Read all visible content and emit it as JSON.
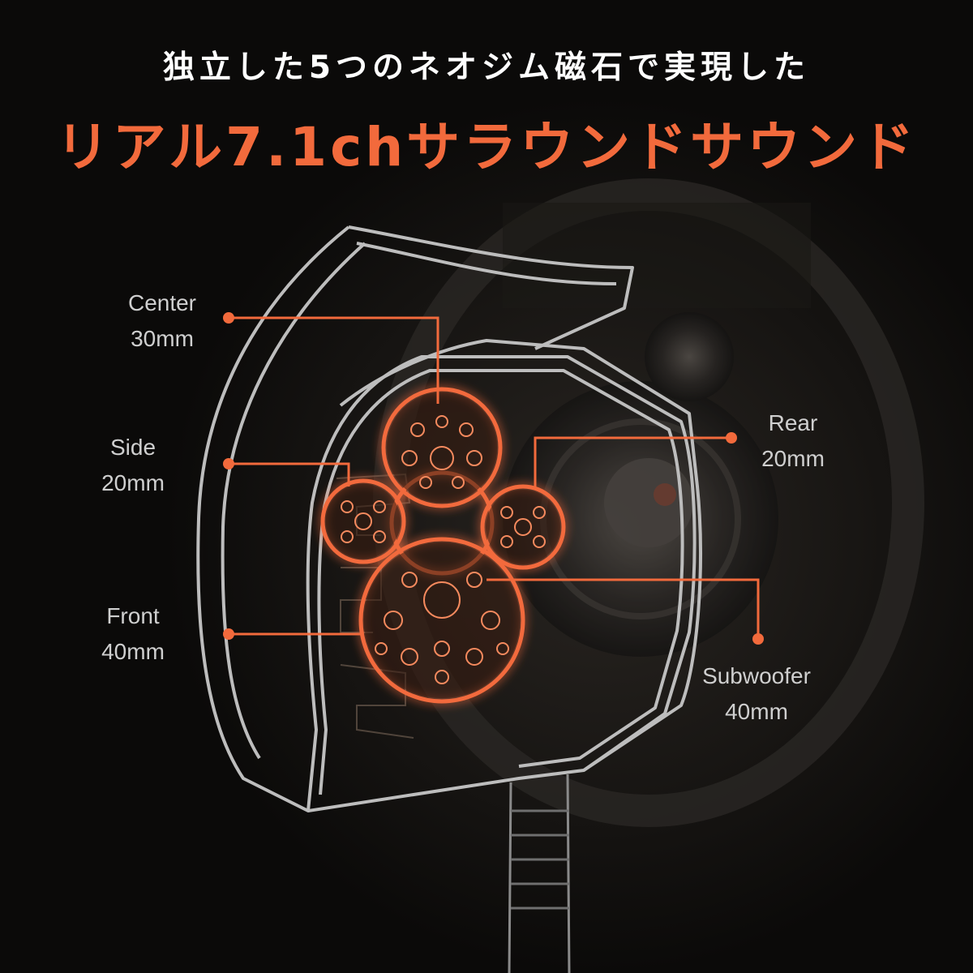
{
  "headline": "独立した5つのネオジム磁石で実現した",
  "title": "リアル7.1chサラウンドサウンド",
  "colors": {
    "accent": "#f26a3c",
    "outline": "#bdbdbd",
    "background": "#0b0a09"
  },
  "drivers": [
    {
      "name": "Center",
      "size": "30mm"
    },
    {
      "name": "Side",
      "size": "20mm"
    },
    {
      "name": "Front",
      "size": "40mm"
    },
    {
      "name": "Rear",
      "size": "20mm"
    },
    {
      "name": "Subwoofer",
      "size": "40mm"
    }
  ]
}
